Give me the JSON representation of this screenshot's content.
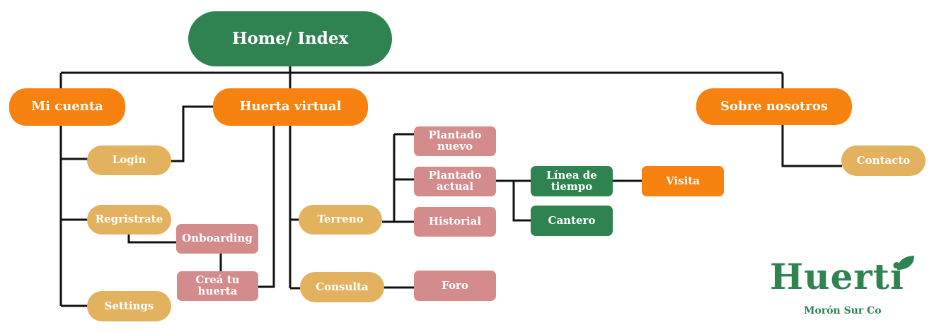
{
  "diagram": {
    "home": "Home/ Index",
    "mi_cuenta": "Mi cuenta",
    "huerta_virtual": "Huerta virtual",
    "sobre_nosotros": "Sobre nosotros",
    "login": "Login",
    "registrate": "Regristrate",
    "settings": "Settings",
    "onboarding": "Onboarding",
    "crea_tu_huerta": "Creá tu huerta",
    "terreno": "Terreno",
    "consulta": "Consulta",
    "plantado_nuevo": "Plantado nuevo",
    "plantado_actual": "Plantado actual",
    "historial": "Historial",
    "foro": "Foro",
    "linea_de_tiempo": "Línea de tiempo",
    "cantero": "Cantero",
    "visita": "Visita",
    "contacto": "Contacto"
  },
  "logo": {
    "wordmark": "Huerti",
    "subtitle": "Morón Sur Co"
  },
  "colors": {
    "green": "#2e8350",
    "orange": "#f7820f",
    "tan": "#e2b25f",
    "pink": "#d38b8b"
  }
}
